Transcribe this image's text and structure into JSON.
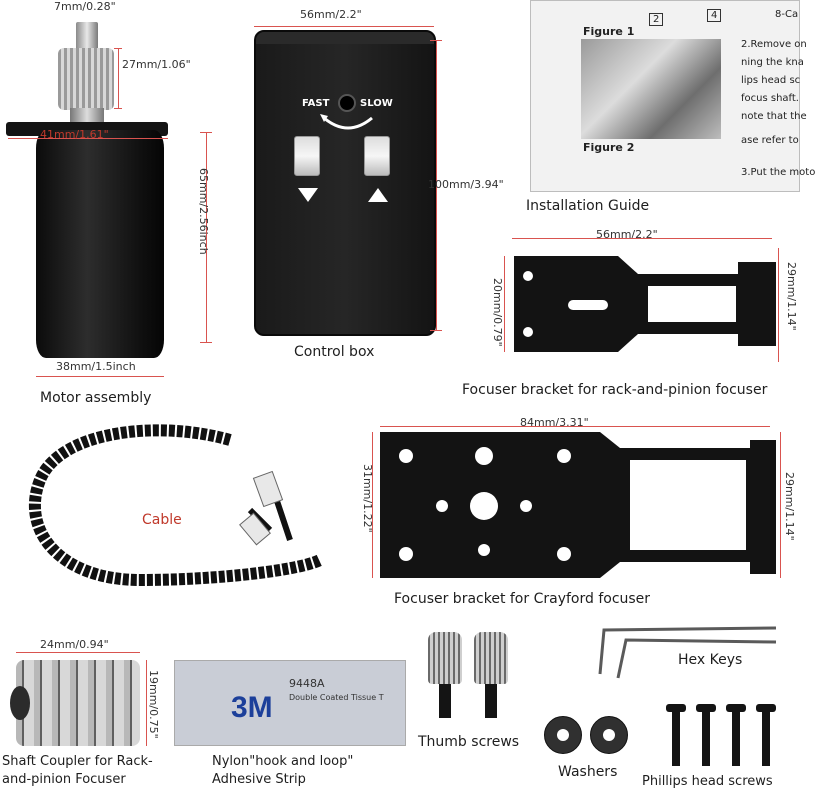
{
  "labels": {
    "motor": "Motor assembly",
    "control_box": "Control box",
    "installation_guide": "Installation Guide",
    "rack_bracket": "Focuser bracket for rack-and-pinion focuser",
    "cable": "Cable",
    "crayford_bracket": "Focuser bracket for Crayford focuser",
    "hex_keys": "Hex Keys",
    "thumb_screws": "Thumb screws",
    "shaft_coupler_1": "Shaft Coupler for Rack-",
    "shaft_coupler_2": "and-pinion Focuser",
    "nylon_1": "Nylon\"hook and loop\"",
    "nylon_2": "Adhesive Strip",
    "washers": "Washers",
    "phillips": "Phillips head screws"
  },
  "dimensions": {
    "motor_shaft": "7mm/0.28\"",
    "motor_knob": "27mm/1.06\"",
    "motor_flange": "41mm/1.61\"",
    "motor_height": "65mm/2.56inch",
    "motor_base": "38mm/1.5inch",
    "control_width": "56mm/2.2\"",
    "control_height": "100mm/3.94\"",
    "rack_width": "56mm/2.2\"",
    "rack_inner": "20mm/0.79\"",
    "rack_height": "29mm/1.14\"",
    "crayford_width": "84mm/3.31\"",
    "crayford_left": "31mm/1.22\"",
    "crayford_right": "29mm/1.14\"",
    "coupler_width": "24mm/0.94\"",
    "coupler_height": "19mm/0.75\""
  },
  "control_box": {
    "fast": "FAST",
    "slow": "SLOW"
  },
  "guide": {
    "figure1": "Figure 1",
    "figure2": "Figure 2",
    "lines": [
      "2.Remove on",
      "ning the kna",
      "lips head sc",
      "focus shaft.",
      "note that the",
      "ase refer to",
      "3.Put the moto"
    ],
    "top_right": "8-Ca",
    "num2": "2",
    "num4": "4"
  },
  "tape": {
    "brand": "3M",
    "code": "9448A",
    "desc": "Double Coated Tissue T"
  }
}
